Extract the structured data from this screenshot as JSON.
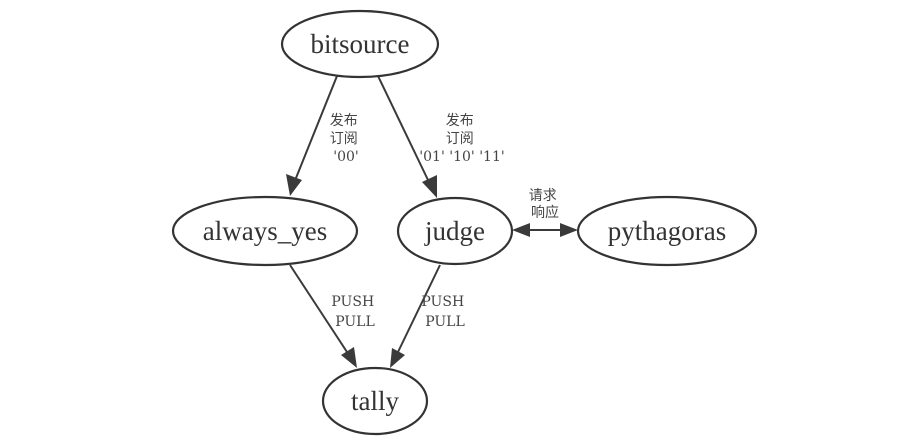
{
  "nodes": {
    "bitsource": {
      "label": "bitsource"
    },
    "always_yes": {
      "label": "always_yes"
    },
    "judge": {
      "label": "judge"
    },
    "pythagoras": {
      "label": "pythagoras"
    },
    "tally": {
      "label": "tally"
    }
  },
  "edges": {
    "bitsource_to_always_yes": {
      "from": "bitsource",
      "to": "always_yes",
      "label_lines": [
        "发布",
        "订阅",
        "'00'"
      ]
    },
    "bitsource_to_judge": {
      "from": "bitsource",
      "to": "judge",
      "label_lines": [
        "发布",
        "订阅",
        "'01' '10' '11'"
      ]
    },
    "judge_pythagoras": {
      "from": "judge",
      "to": "pythagoras",
      "bidirectional": true,
      "label_lines": [
        "请求",
        "响应"
      ]
    },
    "always_yes_to_tally": {
      "from": "always_yes",
      "to": "tally",
      "label_lines": [
        "PUSH",
        "PULL"
      ]
    },
    "judge_to_tally": {
      "from": "judge",
      "to": "tally",
      "label_lines": [
        "PUSH",
        "PULL"
      ]
    }
  },
  "colors": {
    "stroke": "#333333",
    "text": "#333333",
    "background": "#ffffff"
  }
}
